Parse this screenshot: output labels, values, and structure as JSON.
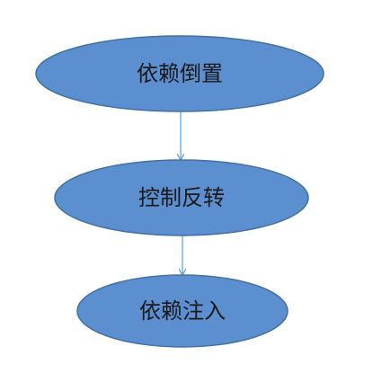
{
  "diagram": {
    "nodes": [
      {
        "label": "依赖倒置"
      },
      {
        "label": "控制反转"
      },
      {
        "label": "依赖注入"
      }
    ],
    "colors": {
      "node_fill": "#5b8fd0",
      "node_stroke": "#41719c",
      "edge": "#5b9bd5",
      "text": "#1a1a1a"
    }
  }
}
